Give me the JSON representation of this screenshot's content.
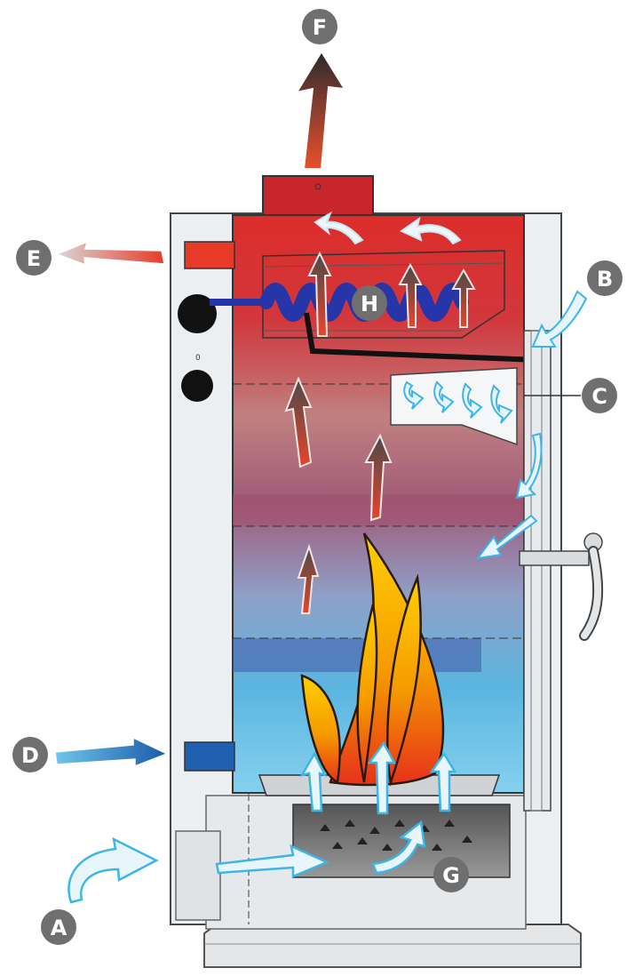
{
  "diagram": {
    "labels": {
      "A": "A",
      "B": "B",
      "C": "C",
      "D": "D",
      "E": "E",
      "F": "F",
      "G": "G",
      "H": "H"
    },
    "colors": {
      "body_top": "#d92b2b",
      "body_mid": "#b04a5c",
      "body_bottom": "#4fb8e6",
      "casing": "#eceff1",
      "outline": "#333333",
      "label_bg": "#6f6f6f",
      "coil": "#2636a8",
      "arrow_air": "#8fdcf6",
      "flame_outer": "#f5b800",
      "flame_inner": "#e8321a",
      "flue": "#c8262b"
    }
  }
}
